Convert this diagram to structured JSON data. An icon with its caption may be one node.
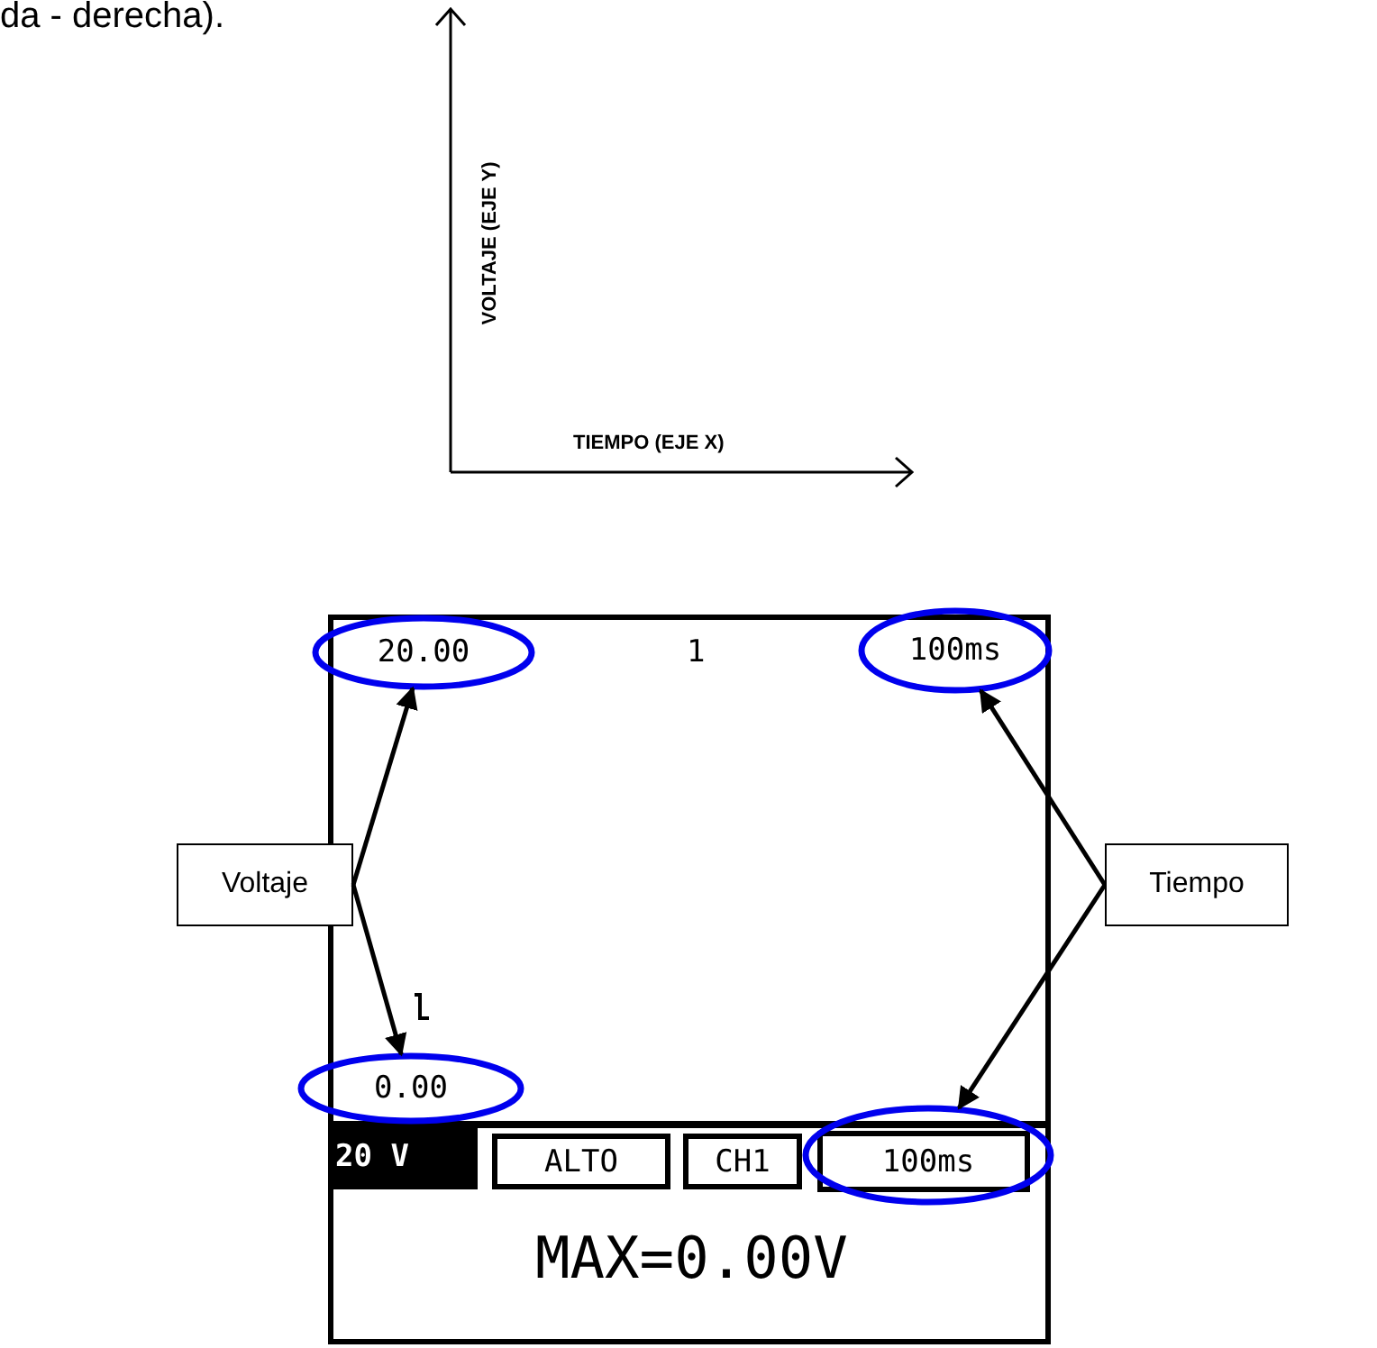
{
  "diagram": {
    "nodes": [
      {
        "text": [
          "1",
          "MAX=0.00V"
        ]
      },
      {
        "text": [
          "20.00"
        ]
      },
      {
        "text": [
          "100ms"
        ],
        "in": 0
      },
      {
        "text": [
          "Voltaje"
        ]
      },
      {
        "text": [
          "Tiempo"
        ]
      },
      {
        "text": [
          "0.00"
        ]
      },
      {
        "text": [
          "20 V"
        ],
        "in": 0
      },
      {
        "text": [
          "ALTO"
        ],
        "in": 0
      },
      {
        "text": [
          "CH1"
        ],
        "in": 0
      },
      {
        "text": [
          "100ms"
        ],
        "in": 0
      }
    ],
    "edges": [
      {
        "from": 3,
        "to": 1,
        "arrow": "to"
      },
      {
        "from": 3,
        "to": 5,
        "arrow": "to"
      },
      {
        "from": 4,
        "to": 2,
        "arrow": "to"
      },
      {
        "from": 4,
        "to": 9,
        "arrow": "to"
      }
    ],
    "labels": [
      "da - derecha).",
      "VOLTAJE (EJE Y)",
      "TIEMPO (EJE X)"
    ]
  }
}
